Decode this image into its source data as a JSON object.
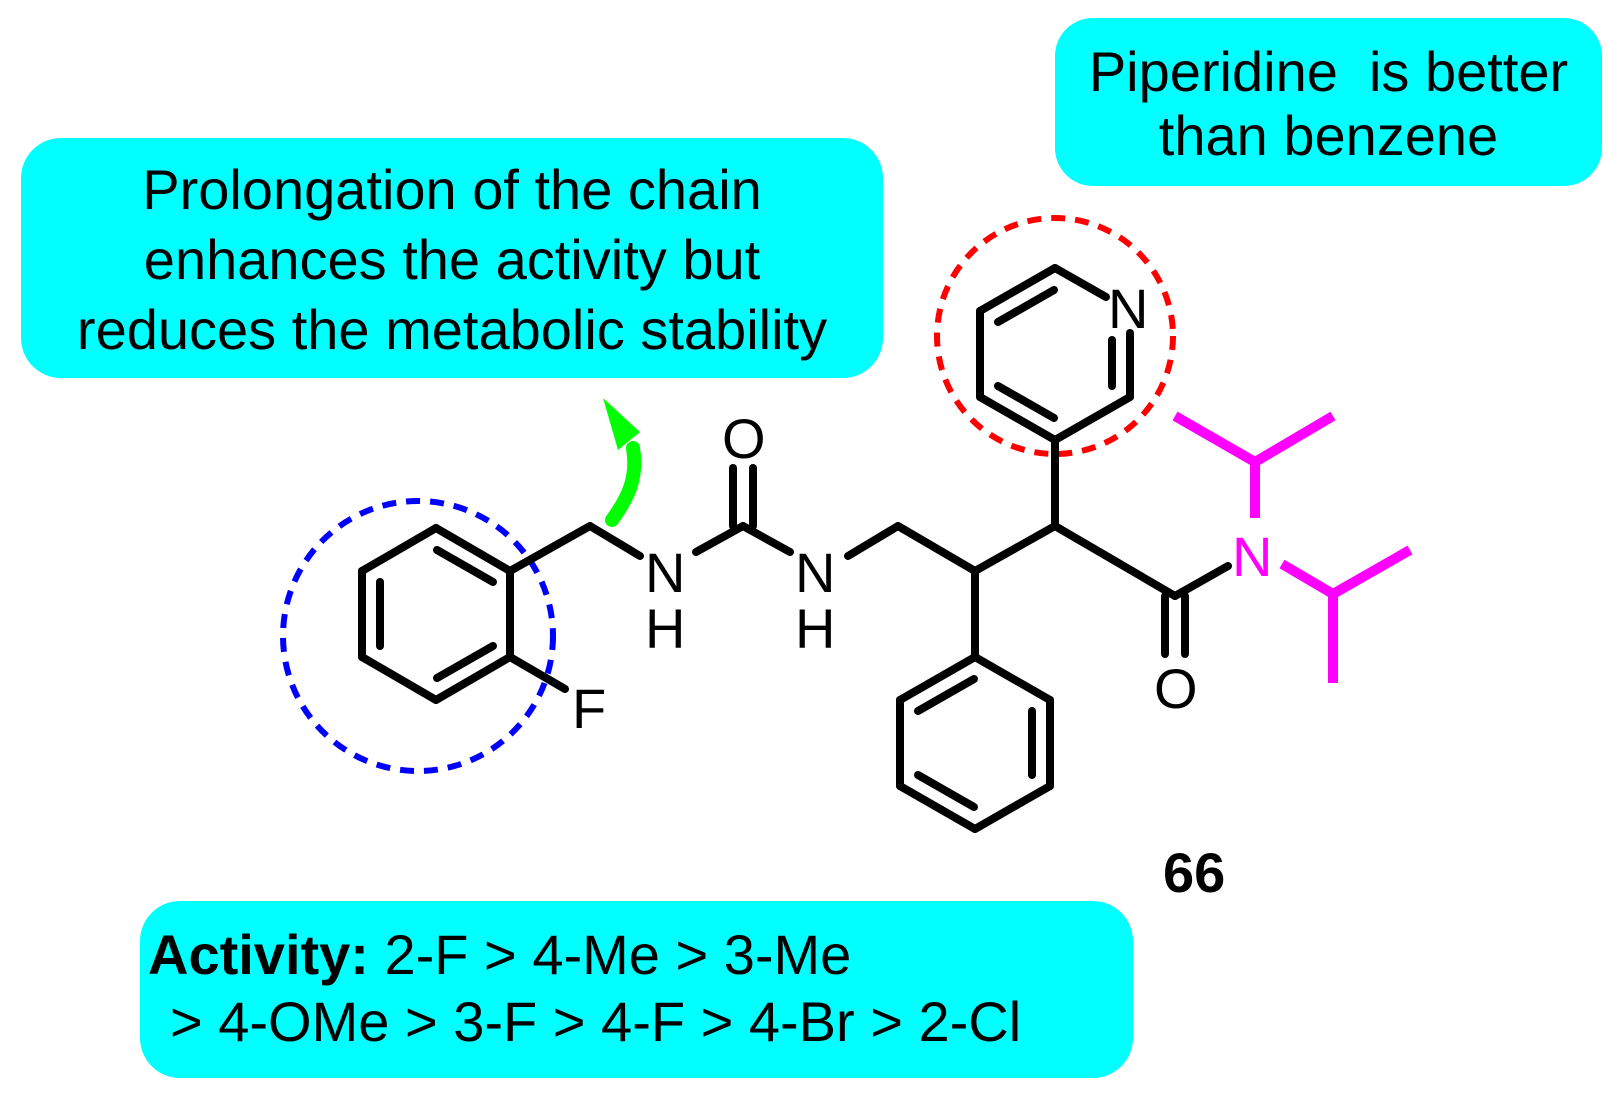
{
  "callouts": {
    "piperidine": [
      "Piperidine  is better",
      "than benzene"
    ],
    "chain": [
      "Prolongation of the chain",
      "enhances the activity but",
      "reduces the metabolic stability"
    ],
    "activity": {
      "label": "Activity:",
      "line1": "2-F > 4-Me > 3-Me",
      "line2": "> 4-OMe > 3-F > 4-F > 4-Br > 2-Cl"
    }
  },
  "molecule": {
    "compound_number": "66",
    "atoms": {
      "fluorine": "F",
      "nh_left_n": "N",
      "nh_left_h": "H",
      "nh_right_n": "N",
      "nh_right_h": "H",
      "urea_oxygen": "O",
      "amide_oxygen": "O",
      "amide_nitrogen": "N",
      "pyridine_nitrogen": "N"
    }
  },
  "colors": {
    "callout_fill": "#00ffff",
    "pyridine_highlight": "#ff0000",
    "aryl_highlight": "#0000ff",
    "arrow": "#00ff00",
    "isopropyl": "#ff00ff",
    "bond": "#000000"
  }
}
